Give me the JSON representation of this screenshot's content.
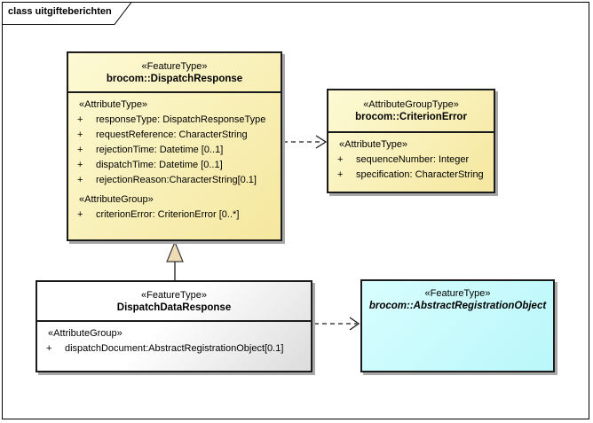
{
  "frame": {
    "label": "class uitgifteberichten"
  },
  "colors": {
    "class_border": "#1b1b1b",
    "yellow_top": "#fdfad5",
    "yellow_bottom": "#f5e79e",
    "gray_top": "#ffffff",
    "gray_bottom": "#dcdcdc",
    "cyan_top": "#d8feff",
    "cyan_bottom": "#b9f7fa",
    "shadow": "#a9a9a9",
    "triangle_fill": "#f0dcb4",
    "connector": "#1b1b1b"
  },
  "classes": {
    "dispatch_response": {
      "stereotype": "«FeatureType»",
      "name": "brocom::DispatchResponse",
      "sections": [
        {
          "header": "«AttributeType»",
          "attributes": [
            {
              "vis": "+",
              "text": "responseType: DispatchResponseType"
            },
            {
              "vis": "+",
              "text": "requestReference: CharacterString"
            },
            {
              "vis": "+",
              "text": "rejectionTime: Datetime [0..1]"
            },
            {
              "vis": "+",
              "text": "dispatchTime: Datetime [0..1]"
            },
            {
              "vis": "+",
              "text": "rejectionReason:CharacterString[0.1]"
            }
          ]
        },
        {
          "header": "«AttributeGroup»",
          "attributes": [
            {
              "vis": "+",
              "text": "criterionError: CriterionError [0..*]"
            }
          ]
        }
      ]
    },
    "criterion_error": {
      "stereotype": "«AttributeGroupType»",
      "name": "brocom::CriterionError",
      "sections": [
        {
          "header": "«AttributeType»",
          "attributes": [
            {
              "vis": "+",
              "text": "sequenceNumber: Integer"
            },
            {
              "vis": "+",
              "text": "specification: CharacterString"
            }
          ]
        }
      ]
    },
    "dispatch_data_response": {
      "stereotype": "«FeatureType»",
      "name": "DispatchDataResponse",
      "sections": [
        {
          "header": "«AttributeGroup»",
          "attributes": [
            {
              "vis": "+",
              "text": "dispatchDocument:AbstractRegistrationObject[0.1]"
            }
          ]
        }
      ]
    },
    "abstract_registration_object": {
      "stereotype": "«FeatureType»",
      "name": "brocom::AbstractRegistrationObject"
    }
  },
  "relationships": [
    {
      "type": "dependency",
      "from": "brocom::DispatchResponse",
      "to": "brocom::CriterionError",
      "style": "dashed-open-arrow"
    },
    {
      "type": "generalization",
      "from": "DispatchDataResponse",
      "to": "brocom::DispatchResponse",
      "style": "solid-triangle"
    },
    {
      "type": "dependency",
      "from": "DispatchDataResponse",
      "to": "brocom::AbstractRegistrationObject",
      "style": "dashed-open-arrow"
    }
  ]
}
